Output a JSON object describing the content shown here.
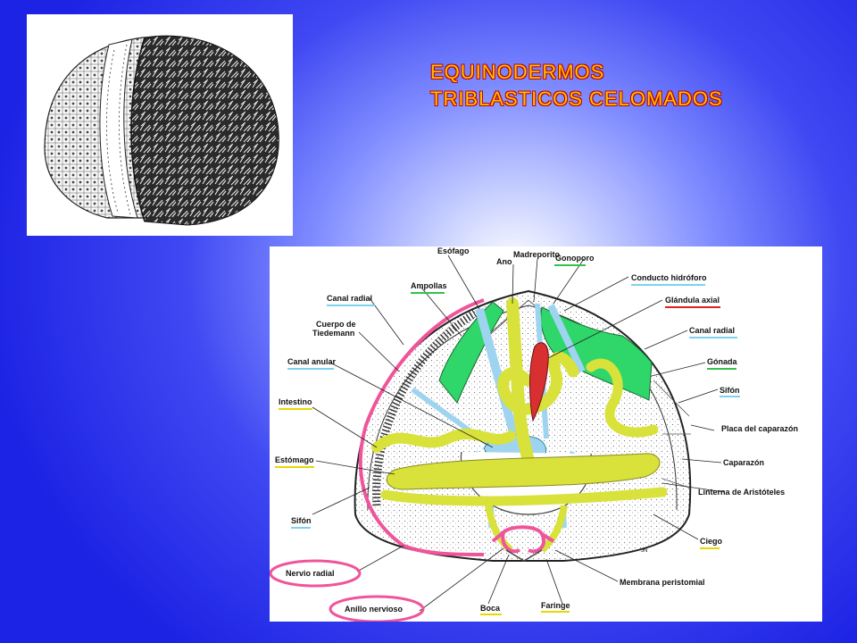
{
  "slide": {
    "title_line1": "EQUINODERMOS",
    "title_line2": "TRIBLASTICOS CELOMADOS"
  },
  "colors": {
    "title_fill": "#ffc000",
    "title_outline": "#c00000",
    "gonad": "#2fd66a",
    "digestive": "#d8e23a",
    "water_vascular": "#9fd4f0",
    "axial_gland": "#d83030",
    "nerve": "#f0549a"
  },
  "urchin_illustration": {
    "icon": "sea-urchin-drawing"
  },
  "diagram": {
    "icon": "sea-urchin-anatomy-cross-section",
    "labels": {
      "esofago": "Esófago",
      "ano": "Ano",
      "madreporito": "Madreporito",
      "gonoporo": "Gonoporo",
      "ampollas": "Ampollas",
      "conducto_hidroforo": "Conducto hidróforo",
      "canal_radial_left": "Canal radial",
      "glandula_axial": "Glándula axial",
      "cuerpo_de": "Cuerpo de",
      "tiedemann": "Tiedemann",
      "canal_radial_right": "Canal radial",
      "canal_anular": "Canal anular",
      "gonada": "Gónada",
      "sifon_right": "Sifón",
      "intestino": "Intestino",
      "placa_del_caparazon": "Placa del caparazón",
      "estomago": "Estómago",
      "caparazon": "Caparazón",
      "linterna": "Linterna de Aristóteles",
      "sifon_left": "Sifón",
      "ciego": "Ciego",
      "nervio_radial": "Nervio radial",
      "membrana_peristomial": "Membrana peristomial",
      "anillo_nervioso": "Anillo nervioso",
      "boca": "Boca",
      "faringe": "Faringe",
      "signature": "JN"
    }
  }
}
